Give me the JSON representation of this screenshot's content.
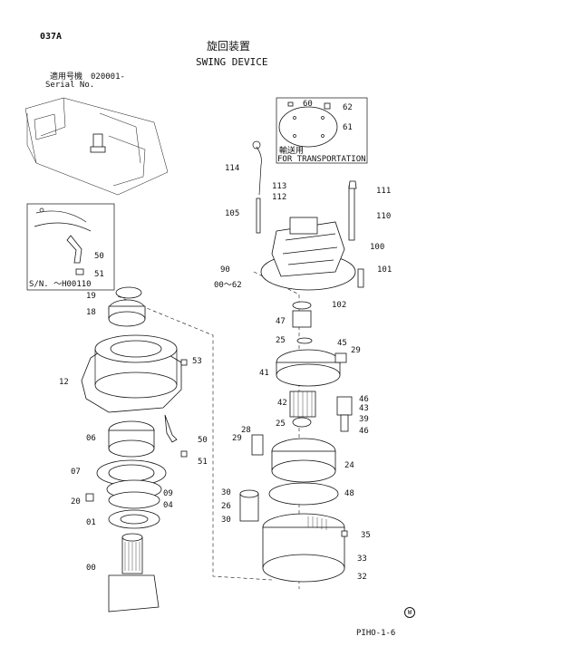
{
  "header": {
    "page_code": "037A",
    "title_jp": "旋回装置",
    "title_en": "SWING DEVICE",
    "serial_label_jp": "適用号機",
    "serial_value": "020001-",
    "serial_label_en": "Serial No."
  },
  "inset_left": {
    "serial_note": "S/N. ～H00110",
    "callouts": [
      "50",
      "51"
    ]
  },
  "inset_right": {
    "note_jp": "輸送用",
    "note_en": "FOR TRANSPORTATION",
    "callouts": [
      "60",
      "62",
      "61"
    ]
  },
  "reference": {
    "top": "90",
    "bottom": "00～62"
  },
  "callouts_left": [
    "19",
    "18",
    "53",
    "12",
    "50",
    "06",
    "51",
    "07",
    "09",
    "04",
    "20",
    "01",
    "00"
  ],
  "callouts_right": [
    "114",
    "113",
    "112",
    "111",
    "105",
    "110",
    "100",
    "101",
    "102",
    "47",
    "25",
    "45",
    "29",
    "41",
    "46",
    "43",
    "42",
    "39",
    "46",
    "25",
    "28",
    "29",
    "24",
    "48",
    "30",
    "26",
    "30",
    "35",
    "33",
    "32"
  ],
  "footer": {
    "symbol": "W",
    "page_ref": "PIHO-1-6"
  }
}
